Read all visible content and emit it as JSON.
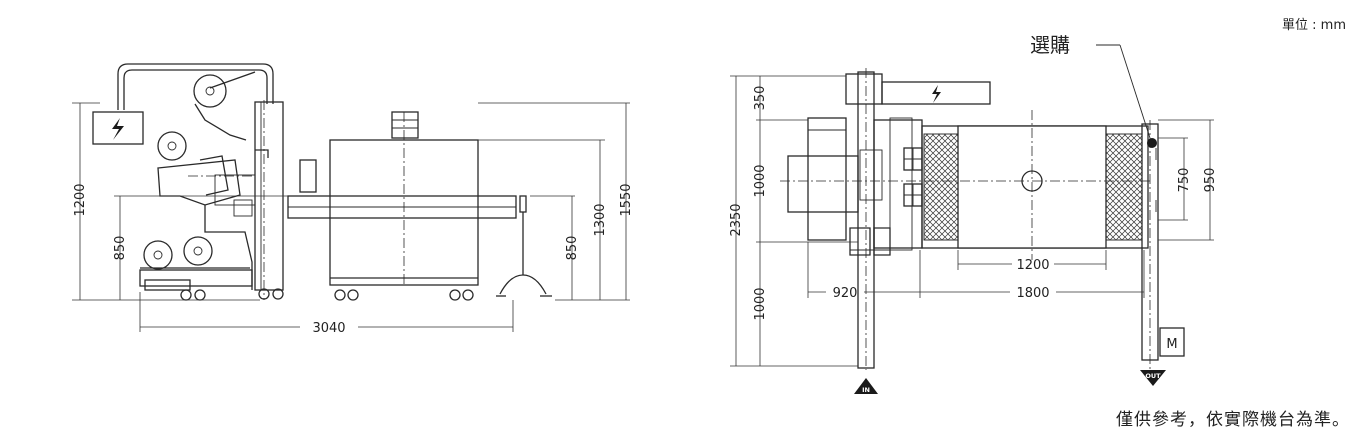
{
  "unit_label": "單位 : mm",
  "option_label": "選購",
  "disclaimer": "僅供參考，依實際機台為準。",
  "side_view": {
    "width_dim": "3040",
    "height_dims": [
      "1200",
      "850",
      "850",
      "1300",
      "1550"
    ]
  },
  "top_view": {
    "height_dims": [
      "2350",
      "350",
      "1000",
      "1000"
    ],
    "conveyor_dims": [
      "750",
      "950"
    ],
    "length_dims": [
      "1200",
      "1800",
      "920"
    ],
    "in_label": "IN",
    "out_label": "OUT",
    "motor_label": "M"
  },
  "colors": {
    "line": "#2a2a2a",
    "background": "#ffffff",
    "marker": "#1a1a1a"
  }
}
